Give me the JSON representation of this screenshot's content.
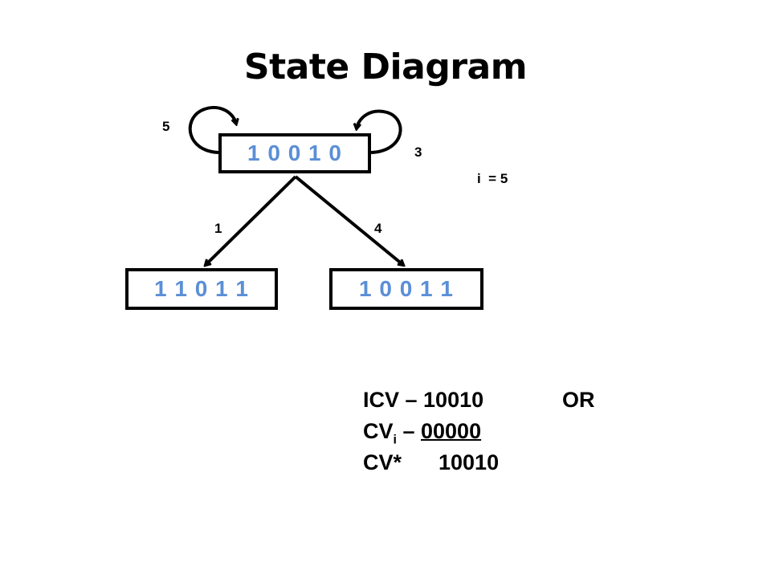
{
  "title": "State Diagram",
  "states": {
    "top": "1 0 0 1 0",
    "left": "1 1 0 1 1",
    "right": "1 0 0 1 1"
  },
  "transitions": {
    "loop_left": "5",
    "loop_right": "3",
    "to_left": "1",
    "to_right": "4"
  },
  "index_label": "i  = 5",
  "computation": {
    "row1_label": "ICV – ",
    "row1_value": "10010",
    "row1_op": "OR",
    "row2_label": "CV",
    "row2_sub": "i",
    "row2_dash": " – ",
    "row2_value": "00000",
    "row3_label": "CV*",
    "row3_value": "10010"
  },
  "colors": {
    "state_text": "#5b8fd6",
    "lines": "#000000"
  }
}
